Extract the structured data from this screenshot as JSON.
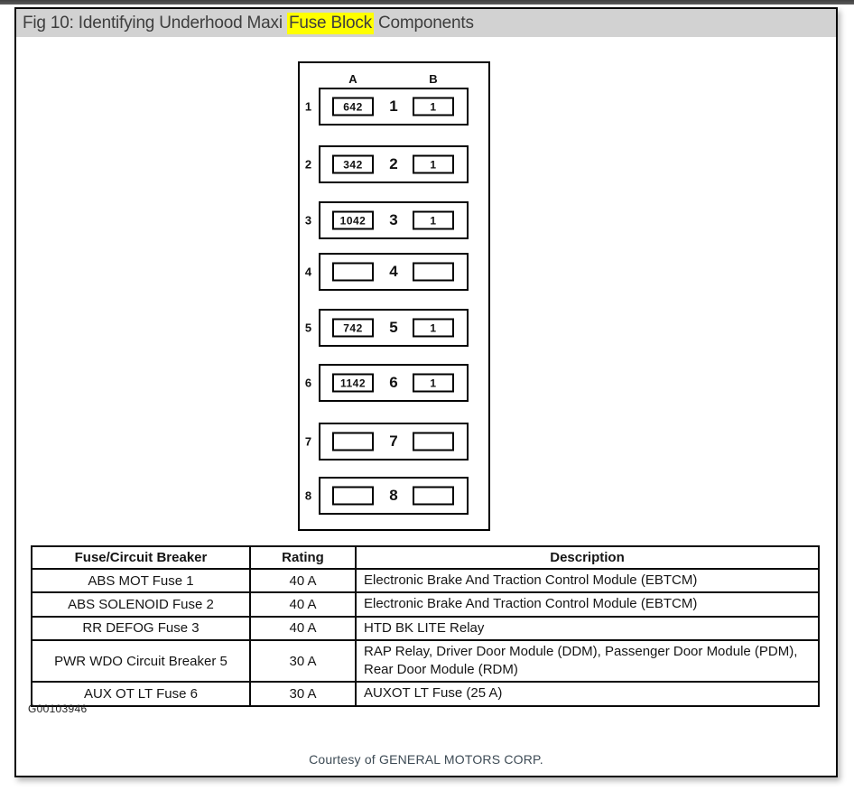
{
  "window": {
    "title_prefix": "Fig 10: Identifying Underhood Maxi ",
    "title_highlight": "Fuse Block",
    "title_suffix": " Components"
  },
  "diagram": {
    "column_headers": {
      "a": "A",
      "b": "B"
    },
    "rows": [
      {
        "num": "1",
        "a": "642",
        "b": "1"
      },
      {
        "num": "2",
        "a": "342",
        "b": "1"
      },
      {
        "num": "3",
        "a": "1042",
        "b": "1"
      },
      {
        "num": "4",
        "a": "",
        "b": ""
      },
      {
        "num": "5",
        "a": "742",
        "b": "1"
      },
      {
        "num": "6",
        "a": "1142",
        "b": "1"
      },
      {
        "num": "7",
        "a": "",
        "b": ""
      },
      {
        "num": "8",
        "a": "",
        "b": ""
      }
    ]
  },
  "table": {
    "headers": [
      "Fuse/Circuit Breaker",
      "Rating",
      "Description"
    ],
    "rows": [
      {
        "fuse": "ABS MOT Fuse 1",
        "rating": "40 A",
        "description": "Electronic Brake And Traction Control Module (EBTCM)"
      },
      {
        "fuse": "ABS SOLENOID Fuse 2",
        "rating": "40 A",
        "description": "Electronic Brake And Traction Control Module (EBTCM)"
      },
      {
        "fuse": "RR DEFOG Fuse 3",
        "rating": "40 A",
        "description": "HTD BK LITE Relay"
      },
      {
        "fuse": "PWR WDO Circuit Breaker 5",
        "rating": "30 A",
        "description": "RAP Relay, Driver Door Module (DDM), Passenger Door Module (PDM), Rear Door Module (RDM)"
      },
      {
        "fuse": "AUX OT LT Fuse 6",
        "rating": "30 A",
        "description": "AUXOT LT Fuse (25 A)"
      }
    ]
  },
  "figure_id": "G00103946",
  "courtesy": "Courtesy of GENERAL MOTORS CORP.",
  "colors": {
    "search_highlight": "#ffff00",
    "title_bar_bg": "#d2d2d2",
    "title_text": "#3e3e3e",
    "courtesy_text": "#3d4b55",
    "top_strip": "#4e4e4e",
    "line_color": "#0a0a0a"
  }
}
